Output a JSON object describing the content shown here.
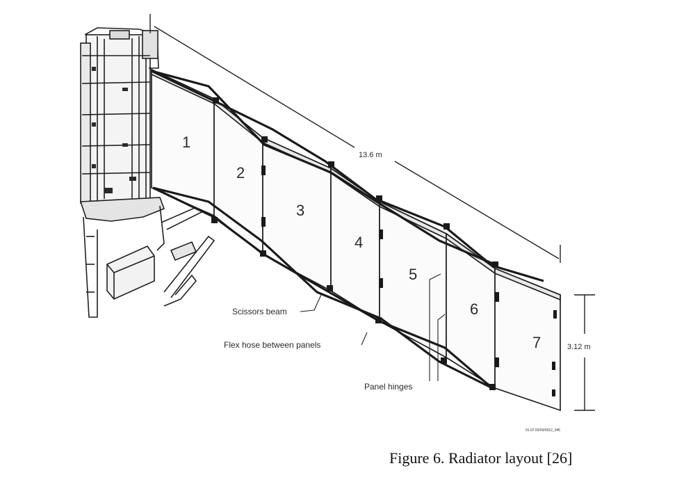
{
  "figure": {
    "panel_labels": [
      "1",
      "2",
      "3",
      "4",
      "5",
      "6",
      "7"
    ],
    "dimension_length": "13.6 m",
    "dimension_height": "3.12 m",
    "callouts": {
      "scissors_beam": "Scissors beam",
      "flex_hose": "Flex hose between panels",
      "panel_hinges": "Panel hinges"
    },
    "drawing_id": "01.07.03/03/0012_045",
    "caption": "Figure 6. Radiator layout [26]"
  },
  "colors": {
    "line": "#1f1f1f",
    "panel_fill": "#fbfbfb",
    "caption": "#111111"
  }
}
